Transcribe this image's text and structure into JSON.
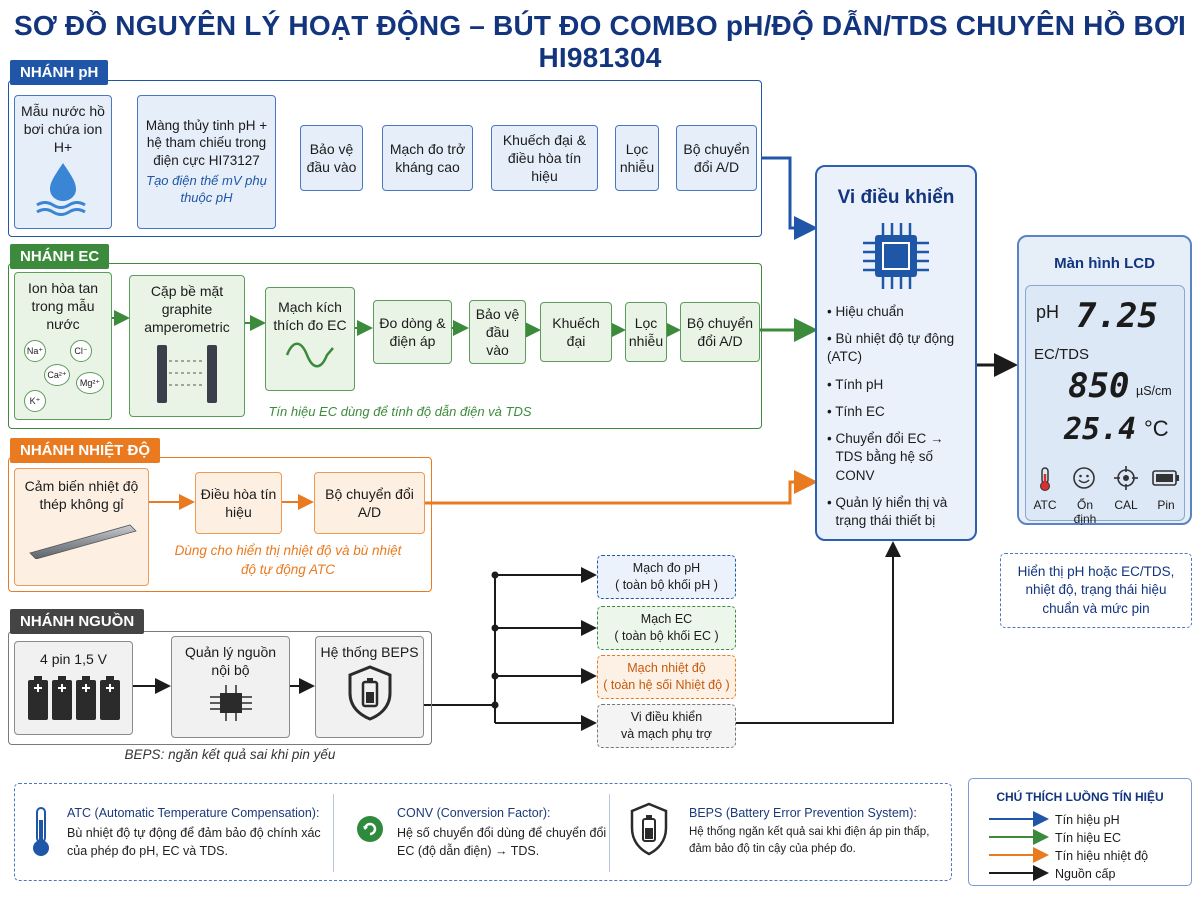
{
  "title": "SƠ ĐỒ NGUYÊN LÝ HOẠT ĐỘNG – BÚT ĐO COMBO pH/ĐỘ DẪN/TDS CHUYÊN HỒ BƠI HI981304",
  "colors": {
    "ph": "#1f56a8",
    "ec": "#3c8a3c",
    "temp": "#e97a1f",
    "power": "#1b1b1b"
  },
  "ph": {
    "tag": "NHÁNH pH",
    "sample": "Mẫu nước hồ bơi chứa ion H+",
    "membrane": "Màng thủy tinh pH + hệ tham chiếu trong điện cực HI73127",
    "membrane_note": "Tạo điện thế mV phụ thuộc pH",
    "protect": "Bảo vệ đầu vào",
    "highz": "Mạch đo trở kháng cao",
    "amp": "Khuếch đại & điều hòa tín hiệu",
    "filter": "Lọc nhiễu",
    "adc": "Bộ chuyển đổi A/D"
  },
  "ec": {
    "tag": "NHÁNH EC",
    "sample": "Ion hòa tan trong mẫu nước",
    "ions": [
      "Na⁺",
      "Cl⁻",
      "Ca²⁺",
      "Mg²⁺",
      "K⁺"
    ],
    "electrode": "Cặp bề mặt graphite amperometric",
    "excite": "Mạch kích thích đo EC",
    "measure": "Đo dòng & điện áp",
    "protect": "Bảo vệ đầu vào",
    "amp": "Khuếch đại",
    "filter": "Lọc nhiễu",
    "adc": "Bộ chuyển đổi A/D",
    "note": "Tín hiệu EC dùng để tính độ dẫn điện và TDS"
  },
  "temp": {
    "tag": "NHÁNH NHIỆT ĐỘ",
    "sensor": "Cảm biến nhiệt độ thép không gỉ",
    "cond": "Điều hòa tín hiệu",
    "adc": "Bộ chuyển đổi A/D",
    "note": "Dùng cho hiển thị nhiệt độ và bù nhiệt độ tự động ATC"
  },
  "power": {
    "tag": "NHÁNH NGUỒN",
    "battery": "4 pin 1,5 V",
    "manage": "Quản lý nguồn nội bộ",
    "beps": "Hệ thống BEPS",
    "note": "BEPS: ngăn kết quả sai khi pin yếu",
    "targets": [
      {
        "line1": "Mạch đo pH",
        "line2": "( toàn bộ khối pH )"
      },
      {
        "line1": "Mạch EC",
        "line2": "( toàn bộ khối EC )"
      },
      {
        "line1": "Mạch nhiệt độ",
        "line2": "( toàn hệ sối Nhiệt độ )"
      },
      {
        "line1": "Vi điều khiển",
        "line2": "và mạch phụ trợ"
      }
    ]
  },
  "mcu": {
    "title": "Vi điều khiển",
    "items": [
      "Hiệu chuẩn",
      "Bù nhiệt độ tự động (ATC)",
      "Tính pH",
      "Tính EC",
      "Chuyển đổi EC → TDS bằng hệ số CONV",
      "Quản lý hiển thị và trạng thái thiết bị"
    ]
  },
  "lcd": {
    "title": "Màn hình LCD",
    "ph_label": "pH",
    "ph_value": "7.25",
    "ectds_label": "EC/TDS",
    "ec_value": "850",
    "ec_unit": "µS/cm",
    "temp_value": "25.4",
    "temp_unit": "°C",
    "icons": [
      "ATC",
      "Ổn định",
      "CAL",
      "Pin"
    ],
    "caption": "Hiển thị pH hoặc EC/TDS, nhiệt độ, trạng thái hiệu chuẩn và mức pin"
  },
  "footer": {
    "atc_title": "ATC (Automatic Temperature Compensation):",
    "atc_body": "Bù nhiệt độ tự động để đảm bảo độ chính xác của phép đo pH, EC và TDS.",
    "conv_title": "CONV (Conversion Factor):",
    "conv_body": "Hệ số chuyển đổi dùng để chuyển đổi EC (độ dẫn điện) → TDS.",
    "beps_title": "BEPS (Battery Error Prevention System):",
    "beps_body": "Hệ thống ngăn kết quả sai khi điện áp pin thấp, đảm bảo độ tin cậy của phép đo."
  },
  "legend": {
    "title": "CHÚ THÍCH LUỒNG TÍN HIỆU",
    "items": [
      "Tín hiệu pH",
      "Tín hiệu EC",
      "Tín hiệu nhiệt độ",
      "Nguồn cấp"
    ]
  }
}
